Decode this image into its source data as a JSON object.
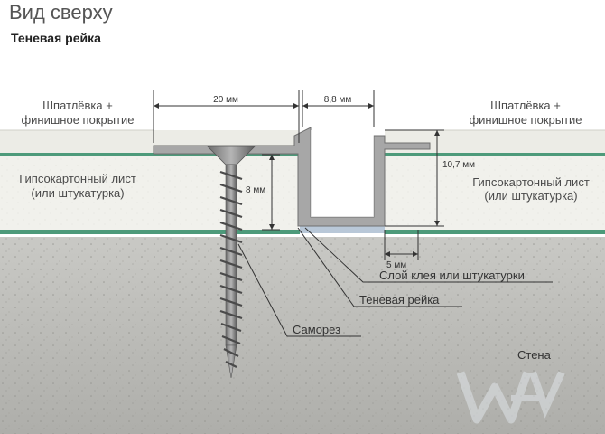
{
  "header": {
    "title": "Вид сверху",
    "subtitle": "Теневая рейка"
  },
  "left_labels": {
    "finish_line1": "Шпатлёвка +",
    "finish_line2": "финишное покрытие",
    "board_line1": "Гипсокартонный лист",
    "board_line2": "(или штукатурка)"
  },
  "right_labels": {
    "finish_line1": "Шпатлёвка +",
    "finish_line2": "финишное покрытие",
    "board_line1": "Гипсокартонный лист",
    "board_line2": "(или штукатурка)"
  },
  "dimensions": {
    "width_flange": "20 мм",
    "width_channel": "8,8 мм",
    "depth_board": "8 мм",
    "depth_profile": "10,7 мм",
    "gap_bottom": "5 мм"
  },
  "callouts": {
    "glue_layer": "Слой клея или штукатурки",
    "shadow_rail": "Теневая рейка",
    "screw": "Саморез",
    "wall": "Стена"
  },
  "colors": {
    "accent_green": "#4d9a7a",
    "wall_concrete": "#b9b9b5",
    "board": "#f1f1ec",
    "finish": "#ecece6",
    "profile": "#a7a7a7",
    "glue": "#b9c8d8",
    "watermark": "#d8dde2"
  },
  "watermark_icon": "w-logo-icon"
}
